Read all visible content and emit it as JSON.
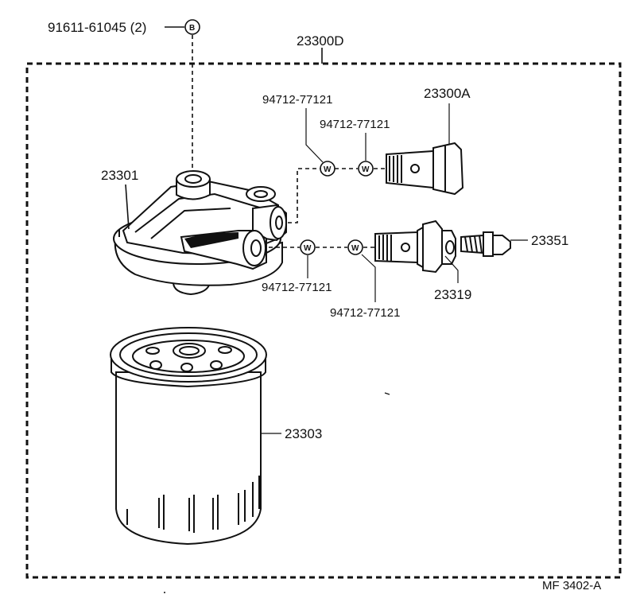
{
  "diagram": {
    "assembly_label": "23300D",
    "drawing_code": "MF 3402-A",
    "parts": {
      "bolt_top": "91611-61045 (2)",
      "bolt_symbol": "B",
      "filter_head": "23301",
      "union_bolt_a": "23300A",
      "union_bolt_b": "23319",
      "bleeder_plug": "23351",
      "filter_element": "23303",
      "gasket_1": "94712-77121",
      "gasket_2": "94712-77121",
      "gasket_3": "94712-77121",
      "gasket_4": "94712-77121",
      "gasket_symbol": "W"
    }
  }
}
